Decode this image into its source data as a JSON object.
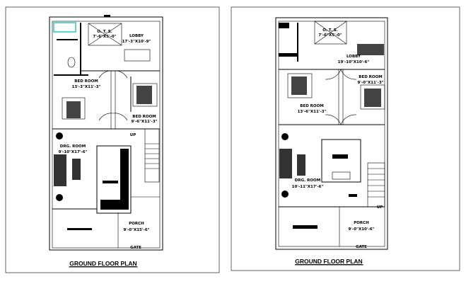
{
  "plans": [
    {
      "caption": "GROUND FLOOR PLAN",
      "rooms": {
        "ots": {
          "name": "O. T. S.",
          "size": "7'-6\"X5'-0\""
        },
        "lobby": {
          "name": "LOBBY",
          "size": "17'-3\"X10'-9\""
        },
        "bedroom1": {
          "name": "BED ROOM",
          "size": "13'-3\"X11'-3\""
        },
        "bedroom2": {
          "name": "BED ROOM",
          "size": "9'-6\"X11'-3\""
        },
        "drawing": {
          "name": "DRG. ROOM",
          "size": "9'-10\"X17'-6\""
        },
        "porch": {
          "name": "PORCH",
          "size": "9'-0\"X15'-6\""
        }
      },
      "up": "UP",
      "gate": "GATE"
    },
    {
      "caption": "GROUND FLOOR PLAN",
      "rooms": {
        "ots": {
          "name": "O. T. S.",
          "size": "7'-6\"X5'-0\""
        },
        "lobby": {
          "name": "LOBBY",
          "size": "19'-10\"X10'-6\""
        },
        "bedroom1": {
          "name": "BED ROOM",
          "size": "13'-6\"X11'-3\""
        },
        "bedroom2": {
          "name": "BED ROOM",
          "size": "9'-0\"X11'-3\""
        },
        "drawing": {
          "name": "DRG. ROOM",
          "size": "10'-11\"X17'-6\""
        },
        "porch": {
          "name": "PORCH",
          "size": "9'-0\"X10'-6\""
        }
      },
      "up": "UP",
      "gate": "GATE"
    }
  ],
  "colors": {
    "lines": "#000000",
    "bathtub": "#5fd7d0"
  }
}
